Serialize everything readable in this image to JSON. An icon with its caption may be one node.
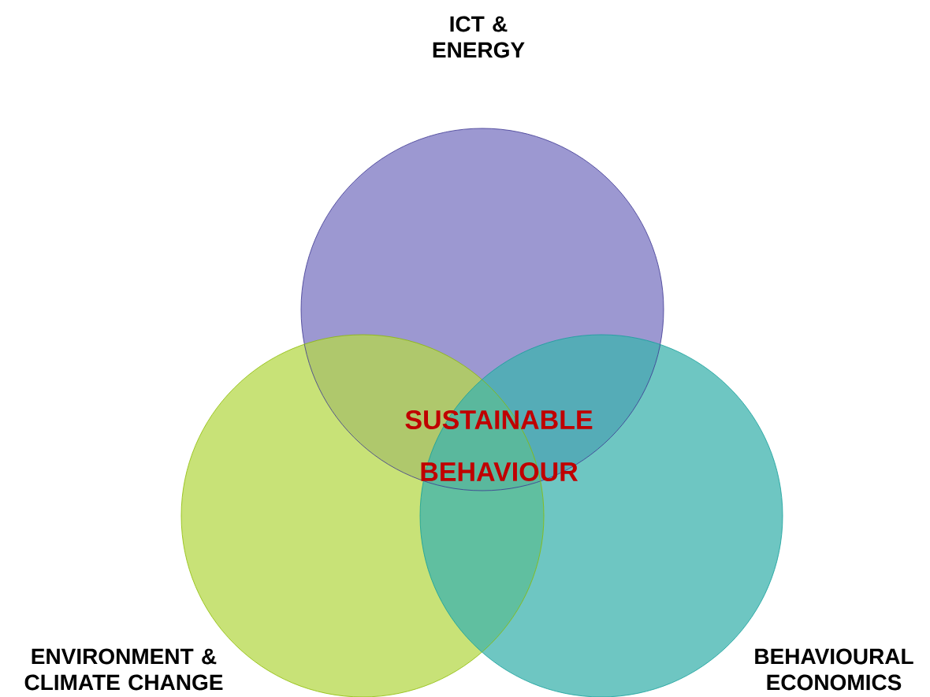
{
  "diagram": {
    "nodes": [
      {
        "text": [
          "ICT & ENERGY"
        ]
      },
      {
        "text": [
          "ENVIRONMENT & CLIMATE CHANGE"
        ]
      },
      {
        "text": [
          "BEHAVIOURAL ECONOMICS"
        ]
      }
    ],
    "labels": [
      "SUSTAINABLE BEHAVIOUR"
    ]
  }
}
